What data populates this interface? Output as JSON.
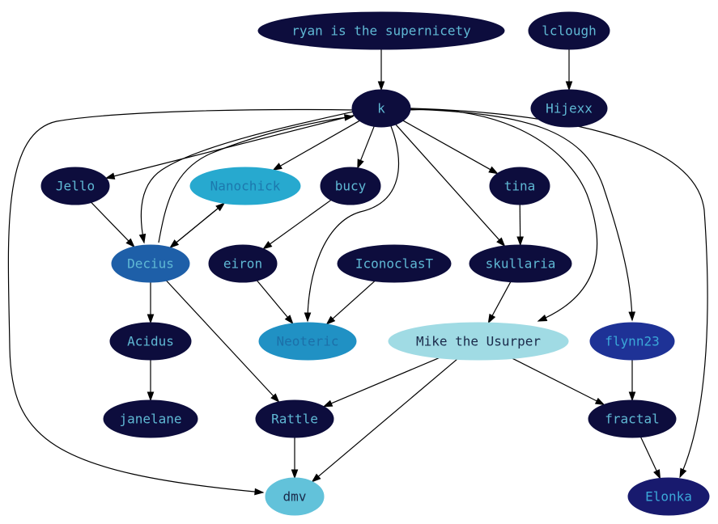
{
  "nodes": [
    {
      "id": "ryan",
      "label": "ryan is the supernicety",
      "fill": "#0d0d3d",
      "text": "#5fb8d4"
    },
    {
      "id": "lclough",
      "label": "lclough",
      "fill": "#0d0d3d",
      "text": "#5fb8d4"
    },
    {
      "id": "k",
      "label": "k",
      "fill": "#0d0d3d",
      "text": "#5fb8d4"
    },
    {
      "id": "hijexx",
      "label": "Hijexx",
      "fill": "#0d0d3d",
      "text": "#5fb8d4"
    },
    {
      "id": "jello",
      "label": "Jello",
      "fill": "#0d0d3d",
      "text": "#5fb8d4"
    },
    {
      "id": "nanochick",
      "label": "Nanochick",
      "fill": "#27a9cf",
      "text": "#1c78ad"
    },
    {
      "id": "bucy",
      "label": "bucy",
      "fill": "#0d0d3d",
      "text": "#5fb8d4"
    },
    {
      "id": "tina",
      "label": "tina",
      "fill": "#0d0d3d",
      "text": "#5fb8d4"
    },
    {
      "id": "decius",
      "label": "Decius",
      "fill": "#1e5fa8",
      "text": "#5fb8d4"
    },
    {
      "id": "eiron",
      "label": "eiron",
      "fill": "#0d0d3d",
      "text": "#5fb8d4"
    },
    {
      "id": "iconoclast",
      "label": "IconoclasT",
      "fill": "#0d0d3d",
      "text": "#5fb8d4"
    },
    {
      "id": "skullaria",
      "label": "skullaria",
      "fill": "#0d0d3d",
      "text": "#5fb8d4"
    },
    {
      "id": "acidus",
      "label": "Acidus",
      "fill": "#0d0d3d",
      "text": "#5fb8d4"
    },
    {
      "id": "neoteric",
      "label": "Neoteric",
      "fill": "#2091c4",
      "text": "#1c6fa8"
    },
    {
      "id": "mike",
      "label": "Mike the Usurper",
      "fill": "#a0dbe4",
      "text": "#1a2a4a"
    },
    {
      "id": "flynn23",
      "label": "flynn23",
      "fill": "#1e3296",
      "text": "#3ba8d8"
    },
    {
      "id": "janelane",
      "label": "janelane",
      "fill": "#0d0d3d",
      "text": "#5fb8d4"
    },
    {
      "id": "rattle",
      "label": "Rattle",
      "fill": "#0d0d3d",
      "text": "#5fb8d4"
    },
    {
      "id": "fractal",
      "label": "fractal",
      "fill": "#0d0d3d",
      "text": "#5fb8d4"
    },
    {
      "id": "dmv",
      "label": "dmv",
      "fill": "#62c2da",
      "text": "#1a2a4a"
    },
    {
      "id": "elonka",
      "label": "Elonka",
      "fill": "#181a6e",
      "text": "#3ba8d8"
    }
  ],
  "edges": [
    {
      "from": "ryan",
      "to": "k"
    },
    {
      "from": "lclough",
      "to": "hijexx"
    },
    {
      "from": "k",
      "to": "jello"
    },
    {
      "from": "k",
      "to": "nanochick"
    },
    {
      "from": "k",
      "to": "bucy"
    },
    {
      "from": "k",
      "to": "tina"
    },
    {
      "from": "k",
      "to": "skullaria"
    },
    {
      "from": "k",
      "to": "neoteric"
    },
    {
      "from": "k",
      "to": "decius"
    },
    {
      "from": "k",
      "to": "mike"
    },
    {
      "from": "k",
      "to": "flynn23"
    },
    {
      "from": "k",
      "to": "elonka"
    },
    {
      "from": "k",
      "to": "dmv"
    },
    {
      "from": "decius",
      "to": "k"
    },
    {
      "from": "jello",
      "to": "decius"
    },
    {
      "from": "nanochick",
      "to": "decius"
    },
    {
      "from": "decius",
      "to": "nanochick"
    },
    {
      "from": "bucy",
      "to": "eiron"
    },
    {
      "from": "tina",
      "to": "skullaria"
    },
    {
      "from": "decius",
      "to": "acidus"
    },
    {
      "from": "decius",
      "to": "rattle"
    },
    {
      "from": "eiron",
      "to": "neoteric"
    },
    {
      "from": "iconoclast",
      "to": "neoteric"
    },
    {
      "from": "skullaria",
      "to": "mike"
    },
    {
      "from": "acidus",
      "to": "janelane"
    },
    {
      "from": "mike",
      "to": "rattle"
    },
    {
      "from": "mike",
      "to": "fractal"
    },
    {
      "from": "mike",
      "to": "dmv"
    },
    {
      "from": "flynn23",
      "to": "fractal"
    },
    {
      "from": "rattle",
      "to": "dmv"
    },
    {
      "from": "fractal",
      "to": "elonka"
    }
  ]
}
